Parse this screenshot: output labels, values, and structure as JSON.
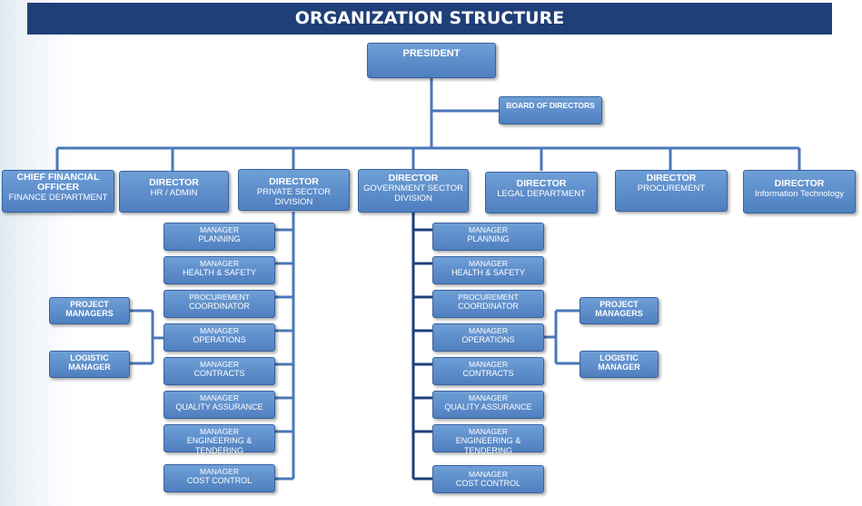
{
  "title": "ORGANIZATION STRUCTURE",
  "president": "PRESIDENT",
  "board": "BOARD OF DIRECTORS",
  "directors": [
    {
      "title": "CHIEF FINANCIAL OFFICER",
      "dept": "FINANCE DEPARTMENT"
    },
    {
      "title": "DIRECTOR",
      "dept": "HR / ADMIN"
    },
    {
      "title": "DIRECTOR",
      "dept": "PRIVATE SECTOR DIVISION"
    },
    {
      "title": "DIRECTOR",
      "dept": "GOVERNMENT SECTOR DIVISION"
    },
    {
      "title": "DIRECTOR",
      "dept": "LEGAL DEPARTMENT"
    },
    {
      "title": "DIRECTOR",
      "dept": "PROCUREMENT"
    },
    {
      "title": "DIRECTOR",
      "dept": "Information Technology"
    }
  ],
  "private_managers": [
    {
      "title": "MANAGER",
      "dept": "PLANNING"
    },
    {
      "title": "MANAGER",
      "dept": "HEALTH & SAFETY"
    },
    {
      "title": "PROCUREMENT",
      "dept": "COORDINATOR"
    },
    {
      "title": "MANAGER",
      "dept": "OPERATIONS"
    },
    {
      "title": "MANAGER",
      "dept": "CONTRACTS"
    },
    {
      "title": "MANAGER",
      "dept": "QUALITY ASSURANCE"
    },
    {
      "title": "MANAGER",
      "dept": "ENGINEERING & TENDERING"
    },
    {
      "title": "MANAGER",
      "dept": "COST CONTROL"
    }
  ],
  "government_managers": [
    {
      "title": "MANAGER",
      "dept": "PLANNING"
    },
    {
      "title": "MANAGER",
      "dept": "HEALTH & SAFETY"
    },
    {
      "title": "PROCUREMENT",
      "dept": "COORDINATOR"
    },
    {
      "title": "MANAGER",
      "dept": "OPERATIONS"
    },
    {
      "title": "MANAGER",
      "dept": "CONTRACTS"
    },
    {
      "title": "MANAGER",
      "dept": "QUALITY ASSURANCE"
    },
    {
      "title": "MANAGER",
      "dept": "ENGINEERING & TENDERING"
    },
    {
      "title": "MANAGER",
      "dept": "COST CONTROL"
    }
  ],
  "private_sub": [
    {
      "title": "PROJECT",
      "dept": "MANAGERS"
    },
    {
      "title": "LOGISTIC",
      "dept": "MANAGER"
    }
  ],
  "government_sub": [
    {
      "title": "PROJECT",
      "dept": "MANAGERS"
    },
    {
      "title": "LOGISTIC",
      "dept": "MANAGER"
    }
  ],
  "colors": {
    "title_bar": "#1f3f78",
    "node": "#5b8bcb",
    "line": "#4a78b8",
    "line_dark": "#1f3f78"
  }
}
